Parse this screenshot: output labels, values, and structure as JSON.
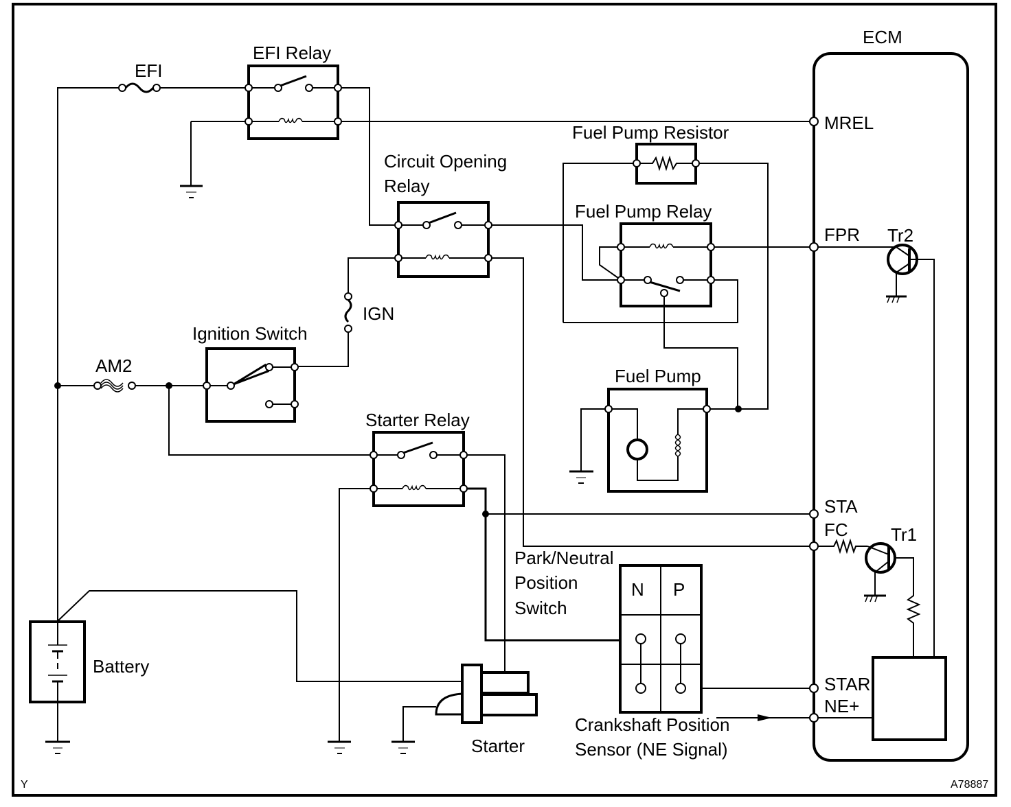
{
  "diagram": {
    "corner_code_left": "Y",
    "corner_code_right": "A78887",
    "components": {
      "efi_fuse": "EFI",
      "efi_relay": "EFI Relay",
      "circuit_opening_relay_line1": "Circuit Opening",
      "circuit_opening_relay_line2": "Relay",
      "ign_fuse": "IGN",
      "ignition_switch": "Ignition Switch",
      "am2_fuse": "AM2",
      "starter_relay": "Starter Relay",
      "fuel_pump_resistor": "Fuel Pump Resistor",
      "fuel_pump_relay": "Fuel Pump Relay",
      "fuel_pump": "Fuel Pump",
      "battery": "Battery",
      "starter": "Starter",
      "pn_switch_line1": "Park/Neutral",
      "pn_switch_line2": "Position",
      "pn_switch_line3": "Switch",
      "pn_switch_n": "N",
      "pn_switch_p": "P",
      "crank_sensor_line1": "Crankshaft Position",
      "crank_sensor_line2": "Sensor (NE Signal)",
      "ecm": "ECM"
    },
    "ecm_terminals": [
      "MREL",
      "FPR",
      "STA",
      "FC",
      "STAR",
      "NE+"
    ],
    "transistors": [
      "Tr2",
      "Tr1"
    ]
  }
}
